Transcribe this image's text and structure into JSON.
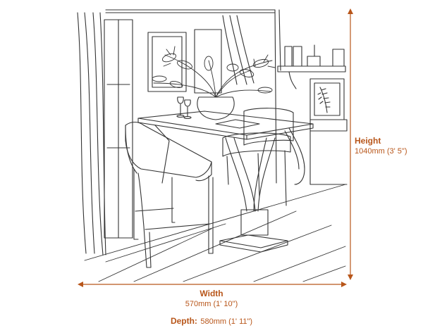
{
  "dimensions": {
    "height": {
      "label": "Height",
      "value": "1040mm (3' 5\")"
    },
    "width": {
      "label": "Width",
      "value": "570mm (1' 10\")"
    },
    "depth": {
      "label": "Depth:",
      "value": "580mm (1' 11\")"
    }
  },
  "colors": {
    "accent": "#b8561a",
    "line": "#333333"
  }
}
